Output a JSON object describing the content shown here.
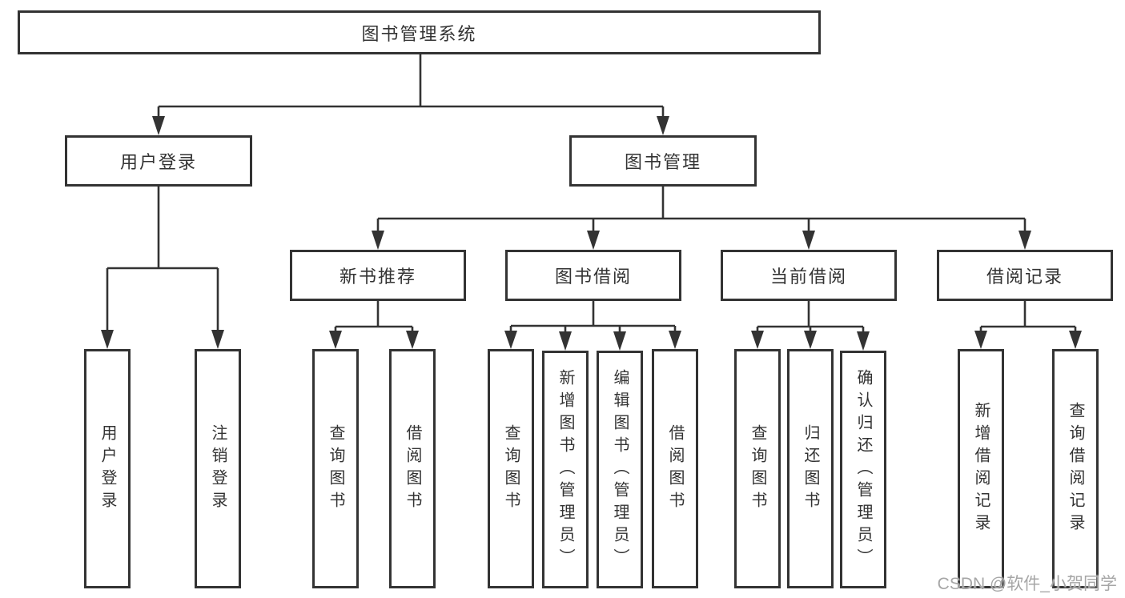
{
  "tree": {
    "root": {
      "label": "图书管理系统"
    },
    "branches": [
      {
        "label": "用户登录",
        "children": [
          {
            "label": "用户登录"
          },
          {
            "label": "注销登录"
          }
        ]
      },
      {
        "label": "图书管理",
        "children": [
          {
            "label": "新书推荐",
            "children": [
              {
                "label": "查询图书"
              },
              {
                "label": "借阅图书"
              }
            ]
          },
          {
            "label": "图书借阅",
            "children": [
              {
                "label": "查询图书"
              },
              {
                "label": "新增图书（管理员）"
              },
              {
                "label": "编辑图书（管理员）"
              },
              {
                "label": "借阅图书"
              }
            ]
          },
          {
            "label": "当前借阅",
            "children": [
              {
                "label": "查询图书"
              },
              {
                "label": "归还图书"
              },
              {
                "label": "确认归还（管理员）"
              }
            ]
          },
          {
            "label": "借阅记录",
            "children": [
              {
                "label": "新增借阅记录"
              },
              {
                "label": "查询借阅记录"
              }
            ]
          }
        ]
      }
    ]
  },
  "watermark": {
    "text": "CSDN @软件_小贺同学"
  },
  "colors": {
    "line": "#333333",
    "box_border": "#333333",
    "box_fill": "#ffffff",
    "text": "#333333",
    "watermark": "#a6a6a6",
    "background": "#ffffff"
  }
}
